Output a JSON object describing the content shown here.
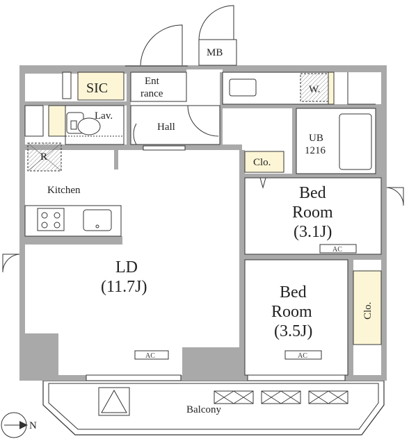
{
  "labels": {
    "sic": "SIC",
    "entrance_line1": "Ent",
    "entrance_line2": "rance",
    "mb": "MB",
    "w": "W.",
    "lav": "Lav.",
    "hall": "Hall",
    "ub_line1": "UB",
    "ub_line2": "1216",
    "clo_top": "Clo.",
    "refrigerator": "R",
    "kitchen": "Kitchen",
    "bedroom1_line1": "Bed",
    "bedroom1_line2": "Room",
    "bedroom1_line3": "(3.1J)",
    "ld_line1": "LD",
    "ld_line2": "(11.7J)",
    "bedroom2_line1": "Bed",
    "bedroom2_line2": "Room",
    "bedroom2_line3": "(3.5J)",
    "clo_side": "Clo.",
    "balcony": "Balcony",
    "compass_n": "N"
  },
  "ac_label": "AC",
  "colors": {
    "wall": "#a9a9a9",
    "storage": "#fcf6d6",
    "line": "#333333",
    "background": "#ffffff"
  }
}
